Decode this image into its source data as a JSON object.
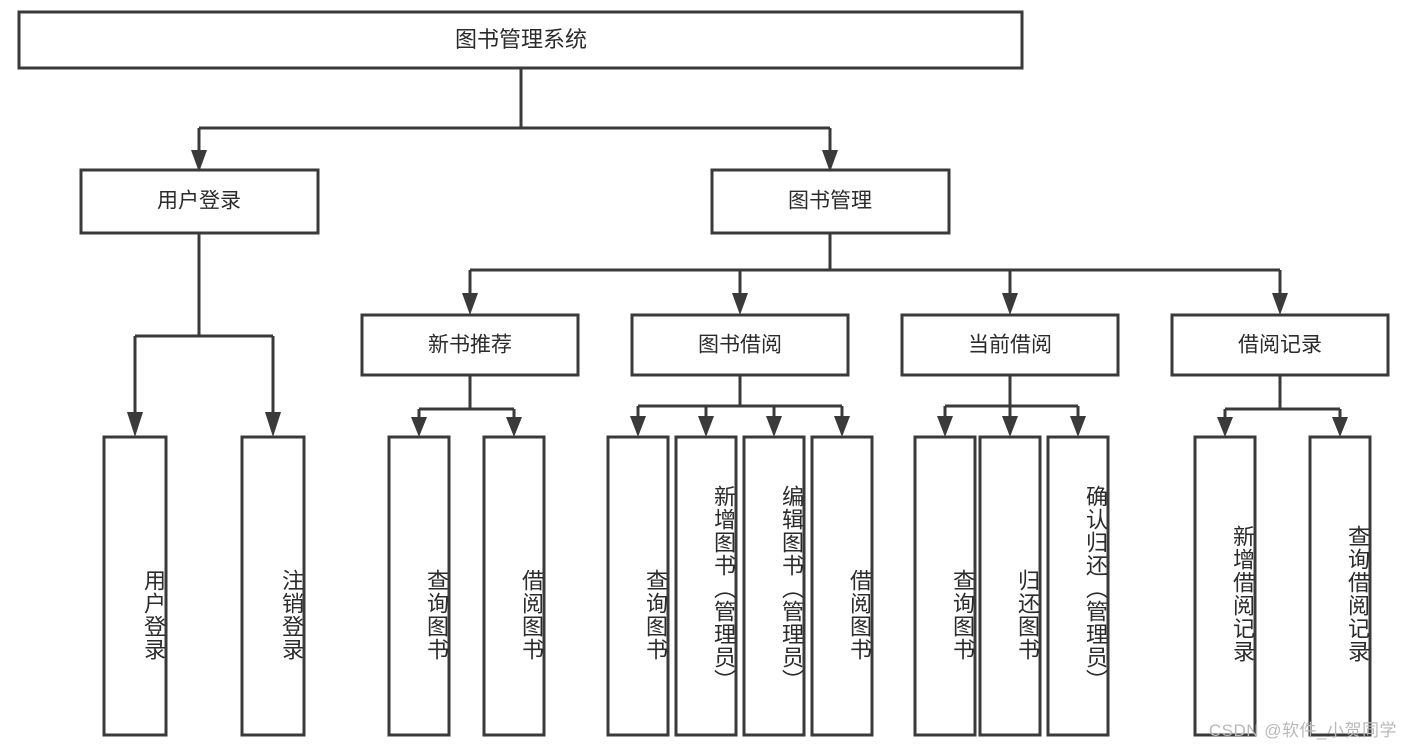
{
  "diagram": {
    "type": "tree-hierarchy",
    "title": "图书管理系统",
    "root": {
      "id": "root",
      "label": "图书管理系统"
    },
    "level1": [
      {
        "id": "user-login",
        "label": "用户登录"
      },
      {
        "id": "book-management",
        "label": "图书管理"
      }
    ],
    "level2": [
      {
        "id": "new-book-recommend",
        "label": "新书推荐",
        "parent": "book-management"
      },
      {
        "id": "book-borrow",
        "label": "图书借阅",
        "parent": "book-management"
      },
      {
        "id": "current-borrow",
        "label": "当前借阅",
        "parent": "book-management"
      },
      {
        "id": "borrow-record",
        "label": "借阅记录",
        "parent": "book-management"
      }
    ],
    "leaves": [
      {
        "id": "leaf-user-login",
        "label": "用户登录",
        "parent": "user-login"
      },
      {
        "id": "leaf-logout-login",
        "label": "注销登录",
        "parent": "user-login"
      },
      {
        "id": "leaf-query-book-1",
        "label": "查询图书",
        "parent": "new-book-recommend"
      },
      {
        "id": "leaf-borrow-book-1",
        "label": "借阅图书",
        "parent": "new-book-recommend"
      },
      {
        "id": "leaf-query-book-2",
        "label": "查询图书",
        "parent": "book-borrow"
      },
      {
        "id": "leaf-add-book",
        "label": "新增图书（管理员）",
        "parent": "book-borrow"
      },
      {
        "id": "leaf-edit-book",
        "label": "编辑图书（管理员）",
        "parent": "book-borrow"
      },
      {
        "id": "leaf-borrow-book-2",
        "label": "借阅图书",
        "parent": "book-borrow"
      },
      {
        "id": "leaf-query-book-3",
        "label": "查询图书",
        "parent": "current-borrow"
      },
      {
        "id": "leaf-return-book",
        "label": "归还图书",
        "parent": "current-borrow"
      },
      {
        "id": "leaf-confirm-return",
        "label": "确认归还（管理员）",
        "parent": "current-borrow"
      },
      {
        "id": "leaf-add-record",
        "label": "新增借阅记录",
        "parent": "borrow-record"
      },
      {
        "id": "leaf-query-record",
        "label": "查询借阅记录",
        "parent": "borrow-record"
      }
    ],
    "colors": {
      "stroke": "#3a3a3a",
      "fill": "#ffffff",
      "text": "#2b2b2b",
      "watermark": "#b9b9b9",
      "background": "#ffffff"
    }
  },
  "watermark": {
    "text": "CSDN @软件_小贺同学"
  }
}
